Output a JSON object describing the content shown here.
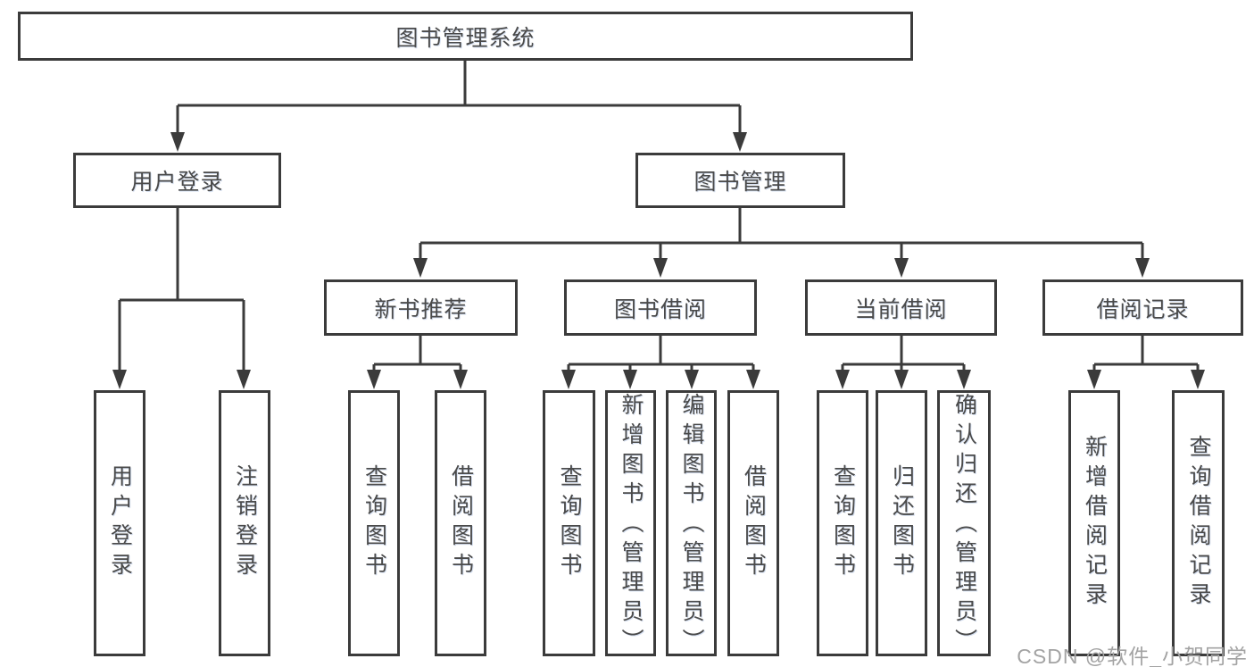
{
  "watermark": "CSDN @软件_小贺同学",
  "colors": {
    "line": "#3b3b3b",
    "box_border": "#3b3b3b",
    "box_background": "#ffffff",
    "text": "#4a4a4a",
    "watermark": "#a3a3a3"
  },
  "tree": {
    "label": "图书管理系统",
    "children": [
      {
        "label": "用户登录",
        "children": [
          {
            "label": "用户登录"
          },
          {
            "label": "注销登录"
          }
        ]
      },
      {
        "label": "图书管理",
        "children": [
          {
            "label": "新书推荐",
            "children": [
              {
                "label": "查询图书"
              },
              {
                "label": "借阅图书"
              }
            ]
          },
          {
            "label": "图书借阅",
            "children": [
              {
                "label": "查询图书"
              },
              {
                "label": "新增图书（管理员）"
              },
              {
                "label": "编辑图书（管理员）"
              },
              {
                "label": "借阅图书"
              }
            ]
          },
          {
            "label": "当前借阅",
            "children": [
              {
                "label": "查询图书"
              },
              {
                "label": "归还图书"
              },
              {
                "label": "确认归还（管理员）"
              }
            ]
          },
          {
            "label": "借阅记录",
            "children": [
              {
                "label": "新增借阅记录"
              },
              {
                "label": "查询借阅记录"
              }
            ]
          }
        ]
      }
    ]
  }
}
